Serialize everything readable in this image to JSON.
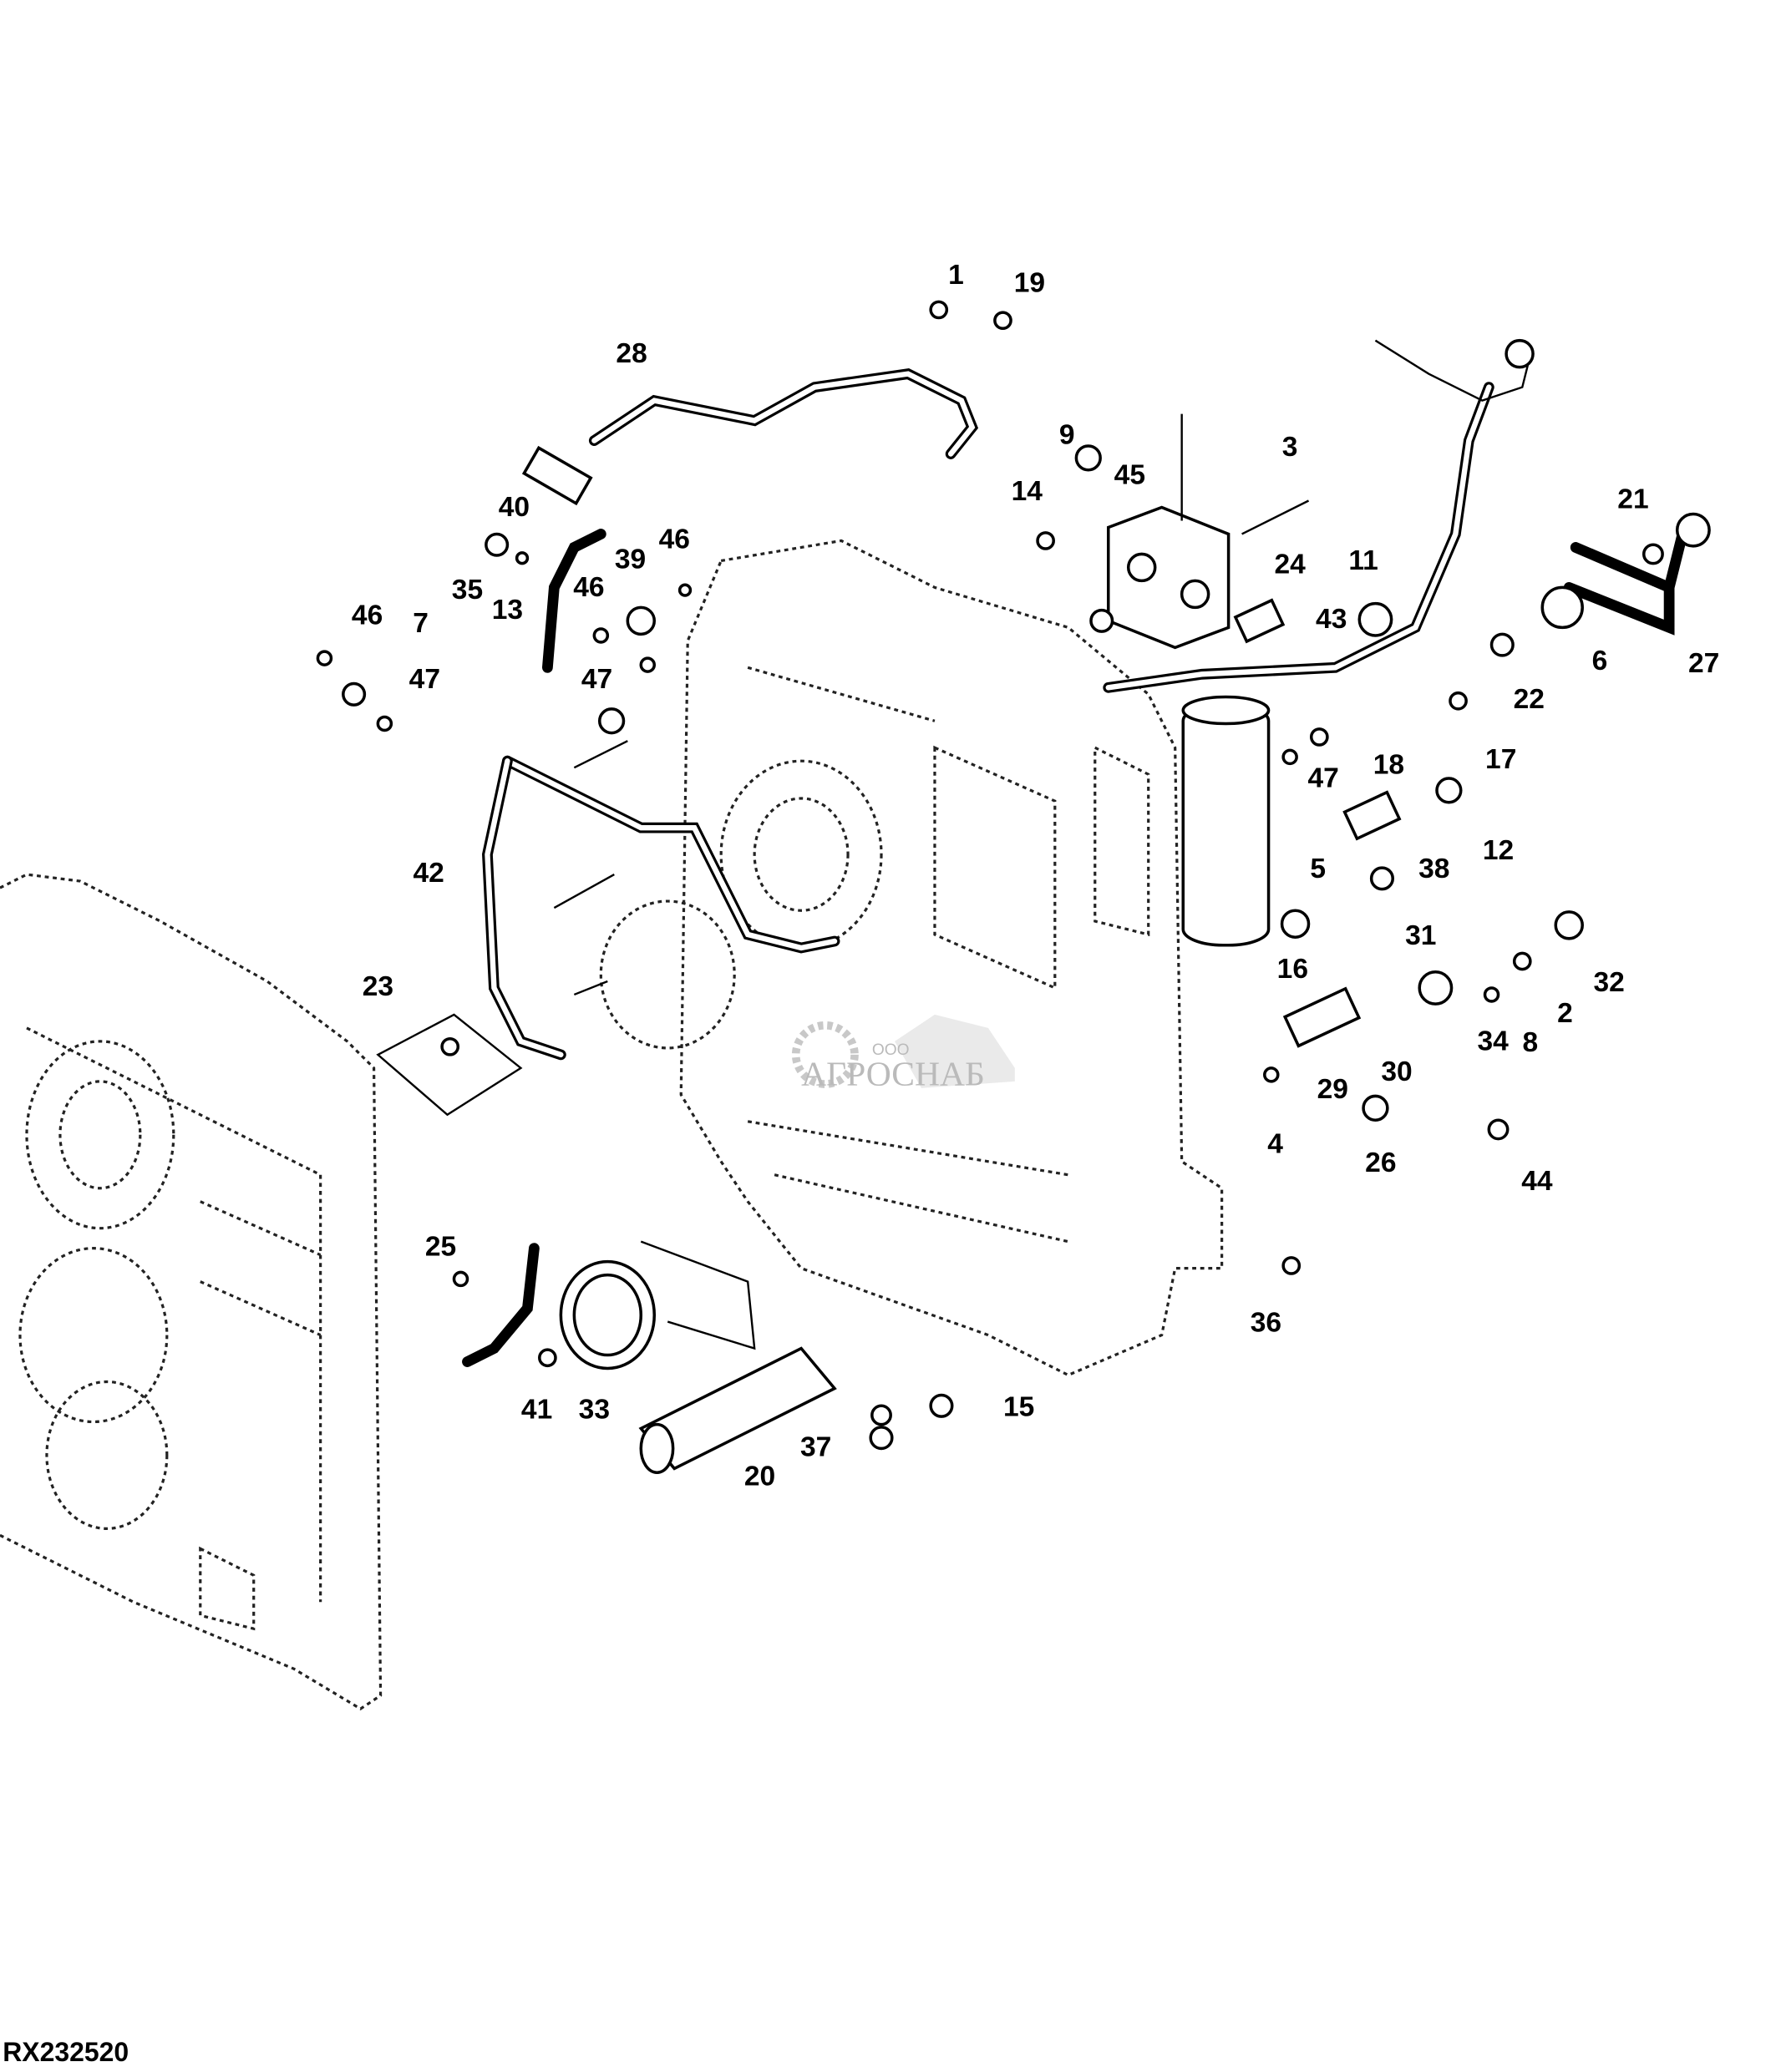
{
  "figure_id": "RX232520",
  "watermark": {
    "prefix": "ООО",
    "name": "АГРОСНАБ"
  },
  "callouts": [
    "1",
    "19",
    "28",
    "9",
    "45",
    "3",
    "14",
    "40",
    "35",
    "13",
    "39",
    "46",
    "46",
    "47",
    "46",
    "7",
    "47",
    "24",
    "11",
    "43",
    "21",
    "6",
    "27",
    "22",
    "17",
    "18",
    "47",
    "12",
    "38",
    "31",
    "5",
    "16",
    "32",
    "2",
    "8",
    "34",
    "30",
    "29",
    "4",
    "26",
    "44",
    "42",
    "23",
    "25",
    "41",
    "33",
    "20",
    "37",
    "15",
    "36"
  ]
}
